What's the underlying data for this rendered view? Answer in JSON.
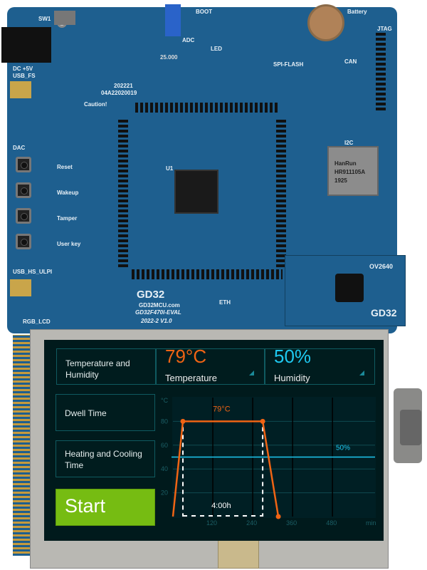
{
  "board": {
    "labels": {
      "sw1": "SW1",
      "dc": "DC +5V",
      "usb_fs": "USB_FS",
      "usb_hs": "USB_HS_ULPI",
      "rgb_lcd": "RGB_LCD",
      "reset": "Reset",
      "wakeup": "Wakeup",
      "tamper": "Tamper",
      "user_key": "User key",
      "dac": "DAC",
      "adc": "ADC",
      "boot": "BOOT",
      "led": "LED",
      "spi_flash": "SPI-FLASH",
      "can": "CAN",
      "jtag": "JTAG",
      "i2c": "I2C",
      "battery": "Battery",
      "caution": "Caution!",
      "date_code": "202221",
      "serial": "04A22020019",
      "crystal": "25.000",
      "eth": "ETH",
      "mcu": "U1"
    },
    "brand": "GD32",
    "website": "GD32MCU.com",
    "model": "GD32F470I-EVAL",
    "version": "2022-2  V1.0",
    "camera": {
      "label": "OV2640",
      "brand": "GD32"
    },
    "ethernet_jack": {
      "brand": "HanRun",
      "part": "HR911105A",
      "code": "1925"
    },
    "colors": {
      "pcb": "#1e5f8f"
    }
  },
  "lcd": {
    "temp_humidity_label": "Temperature and Humidity",
    "temperature": {
      "value": "79°C",
      "label": "Temperature",
      "color": "#f06414"
    },
    "humidity": {
      "value": "50%",
      "label": "Humidity",
      "color": "#1ec8f0"
    },
    "dwell_label": "Dwell Time",
    "heating_label": "Heating and Cooling Time",
    "start_label": "Start",
    "colors": {
      "start": "#76bc12",
      "background": "#001a1c"
    }
  },
  "chart_data": {
    "type": "line",
    "ylabel": "°C",
    "xlabel": "min",
    "ylim": [
      0,
      100
    ],
    "xlim": [
      0,
      608
    ],
    "yticks": [
      20,
      40,
      60,
      80
    ],
    "xticks": [
      120,
      240,
      360,
      480
    ],
    "yticklabels": [
      "20",
      "40",
      "60",
      "80"
    ],
    "xticklabels": [
      "120",
      "240",
      "360",
      "480"
    ],
    "grid": true,
    "series": [
      {
        "name": "Temperature",
        "color": "#f06414",
        "x": [
          0,
          30,
          270,
          317
        ],
        "y": [
          0,
          80,
          80,
          0
        ],
        "label": "79°C"
      },
      {
        "name": "Humidity",
        "color": "#1ec8f0",
        "y_const": 50,
        "label": "50%"
      }
    ],
    "dwell": {
      "start": 30,
      "end": 270,
      "label": "4:00h"
    }
  }
}
